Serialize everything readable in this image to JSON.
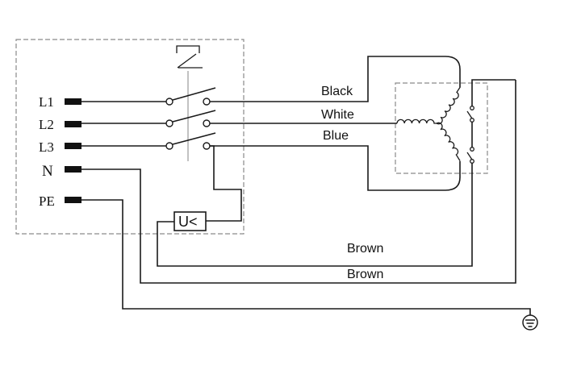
{
  "terminals": {
    "l1": "L1",
    "l2": "L2",
    "l3": "L3",
    "n": "N",
    "pe": "PE"
  },
  "wires": {
    "black": "Black",
    "white": "White",
    "blue": "Blue",
    "brown1": "Brown",
    "brown2": "Brown"
  },
  "undervoltage_release": "U<",
  "icons": {
    "ground": "ground-icon",
    "switch": "three-pole-switch",
    "motor": "star-winding",
    "thermal": "thermal-contact"
  }
}
